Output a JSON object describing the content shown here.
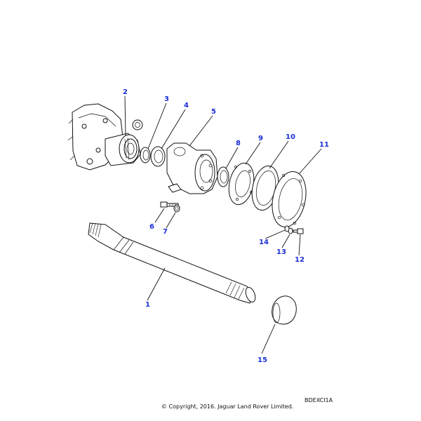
{
  "diagram": {
    "callouts": [
      "1",
      "2",
      "3",
      "4",
      "5",
      "6",
      "7",
      "8",
      "9",
      "10",
      "11",
      "12",
      "13",
      "14",
      "15"
    ],
    "callout_color": "#1a2fd6",
    "line_color": "#111111"
  },
  "footer": {
    "copyright": "© Copyright, 2016. Jaguar Land Rover Limited.",
    "code": "BDEXCI1A"
  }
}
